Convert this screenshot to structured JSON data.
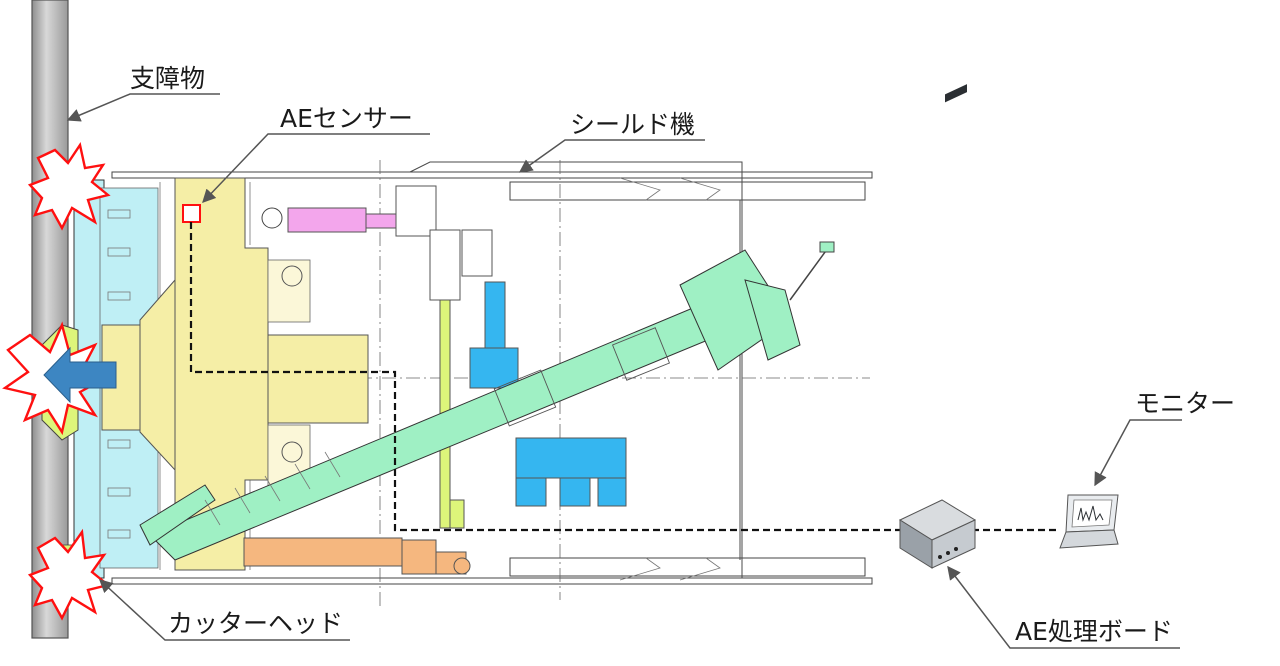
{
  "labels": {
    "obstacle": "支障物",
    "ae_sensor": "AEセンサー",
    "shield_machine": "シールド機",
    "monitor": "モニター",
    "cutter_head": "カッターヘッド",
    "ae_board": "AE処理ボード"
  },
  "colors": {
    "cutter_plate": "#bfeff5",
    "bulkhead": "#f5eea6",
    "screw_conveyor": "#9ff0c4",
    "jack_pink": "#f3a6ec",
    "jack_orange": "#f5b77f",
    "motor_blue": "#35b6f0",
    "lime_frame": "#ddf57a",
    "obstacle_pipe": "#b5b5b5",
    "burst_red": "#ff1010",
    "arrow_blue": "#3d86c2"
  }
}
